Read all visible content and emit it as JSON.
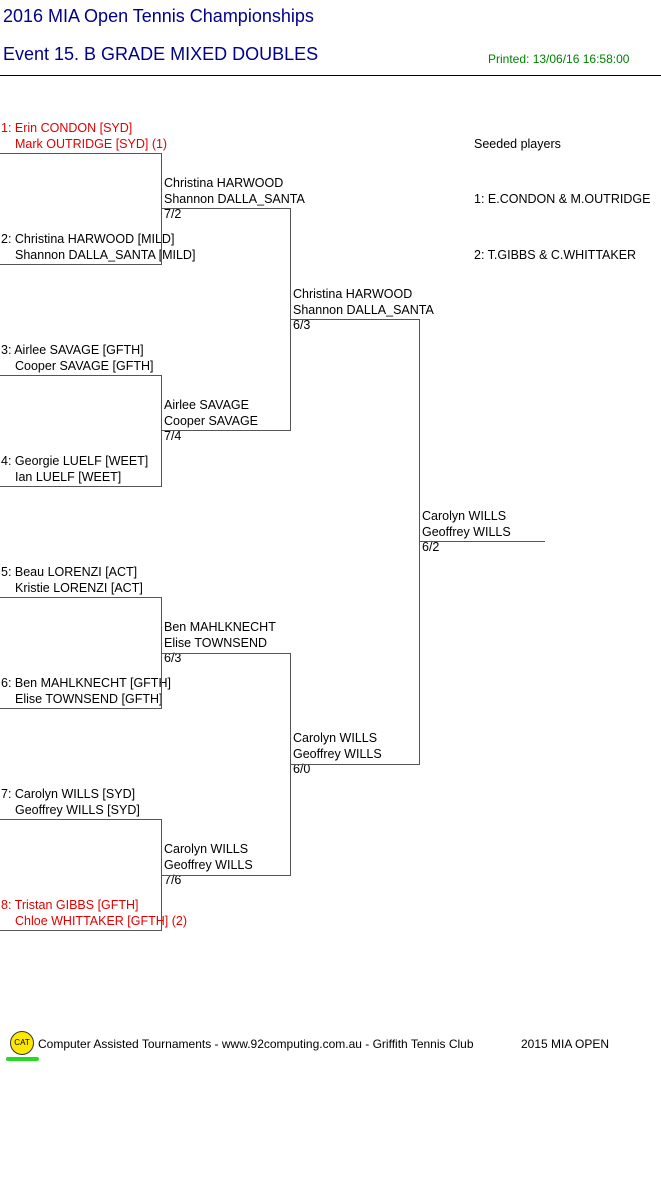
{
  "header": {
    "title": "2016 MIA Open Tennis Championships",
    "event": "Event 15. B GRADE MIXED DOUBLES",
    "printed": "Printed: 13/06/16 16:58:00"
  },
  "round1": [
    {
      "line1": "1: Erin CONDON [SYD]",
      "line2": "Mark OUTRIDGE [SYD] (1)"
    },
    {
      "line1": "2: Christina HARWOOD [MILD]",
      "line2": "Shannon DALLA_SANTA [MILD]"
    },
    {
      "line1": "3: Airlee SAVAGE [GFTH]",
      "line2": "Cooper SAVAGE [GFTH]"
    },
    {
      "line1": "4: Georgie LUELF [WEET]",
      "line2": "Ian LUELF [WEET]"
    },
    {
      "line1": "5: Beau LORENZI [ACT]",
      "line2": "Kristie LORENZI [ACT]"
    },
    {
      "line1": "6: Ben MAHLKNECHT [GFTH]",
      "line2": "Elise TOWNSEND [GFTH]"
    },
    {
      "line1": "7: Carolyn WILLS [SYD]",
      "line2": "Geoffrey WILLS [SYD]"
    },
    {
      "line1": "8: Tristan GIBBS [GFTH]",
      "line2": "Chloe WHITTAKER [GFTH] (2)"
    }
  ],
  "round2": [
    {
      "line1": "Christina HARWOOD",
      "line2": "Shannon DALLA_SANTA",
      "score": "7/2"
    },
    {
      "line1": "Airlee SAVAGE",
      "line2": "Cooper SAVAGE",
      "score": "7/4"
    },
    {
      "line1": "Ben MAHLKNECHT",
      "line2": "Elise TOWNSEND",
      "score": "6/3"
    },
    {
      "line1": "Carolyn WILLS",
      "line2": "Geoffrey WILLS",
      "score": "7/6"
    }
  ],
  "semis": [
    {
      "line1": "Christina HARWOOD",
      "line2": "Shannon DALLA_SANTA",
      "score": "6/3"
    },
    {
      "line1": "Carolyn WILLS",
      "line2": "Geoffrey WILLS",
      "score": "6/0"
    }
  ],
  "final": {
    "line1": "Carolyn WILLS",
    "line2": "Geoffrey WILLS",
    "score": "6/2"
  },
  "seeds": {
    "heading": "Seeded players",
    "items": [
      "1: E.CONDON & M.OUTRIDGE",
      "2: T.GIBBS & C.WHITTAKER"
    ]
  },
  "footer": {
    "logo_text": "CAT",
    "text": "Computer Assisted Tournaments - www.92computing.com.au -  Griffith Tennis Club",
    "event_name": "2015 MIA OPEN"
  },
  "colors": {
    "title": "#00008b",
    "printed": "#008000",
    "seed_highlight": "#e00000",
    "logo": "#ffe800"
  }
}
